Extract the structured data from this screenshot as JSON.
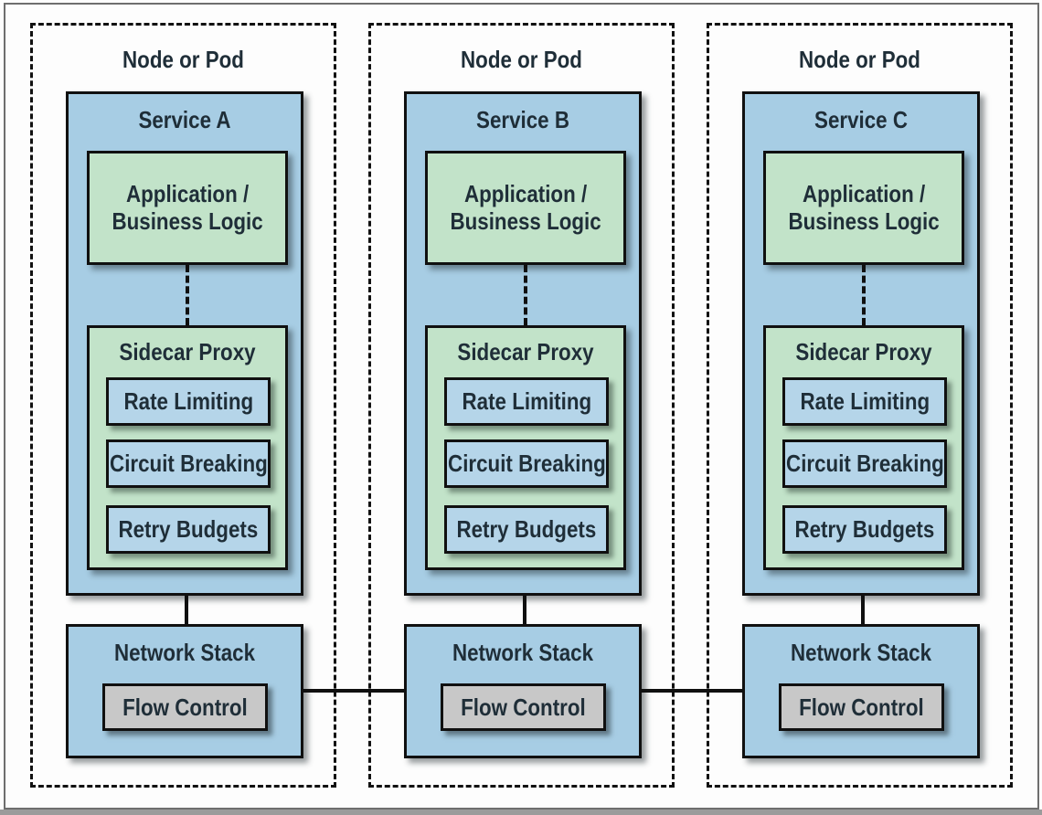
{
  "diagram": {
    "nodes": [
      {
        "label": "Node or Pod",
        "service_name": "Service A",
        "app_line1": "Application /",
        "app_line2": "Business Logic",
        "sidecar_label": "Sidecar Proxy",
        "features": [
          "Rate Limiting",
          "Circuit Breaking",
          "Retry Budgets"
        ],
        "network_label": "Network Stack",
        "flow_label": "Flow Control"
      },
      {
        "label": "Node or Pod",
        "service_name": "Service B",
        "app_line1": "Application /",
        "app_line2": "Business Logic",
        "sidecar_label": "Sidecar Proxy",
        "features": [
          "Rate Limiting",
          "Circuit Breaking",
          "Retry Budgets"
        ],
        "network_label": "Network Stack",
        "flow_label": "Flow Control"
      },
      {
        "label": "Node or Pod",
        "service_name": "Service C",
        "app_line1": "Application /",
        "app_line2": "Business Logic",
        "sidecar_label": "Sidecar Proxy",
        "features": [
          "Rate Limiting",
          "Circuit Breaking",
          "Retry Budgets"
        ],
        "network_label": "Network Stack",
        "flow_label": "Flow Control"
      }
    ],
    "colors": {
      "service_blue": "#a7cde4",
      "inner_blue": "#b5d5e9",
      "green": "#c2e3c9",
      "gray": "#c8c8c8",
      "line": "#101010",
      "text": "#1f2e38",
      "frame": "#6e6e6e"
    }
  }
}
